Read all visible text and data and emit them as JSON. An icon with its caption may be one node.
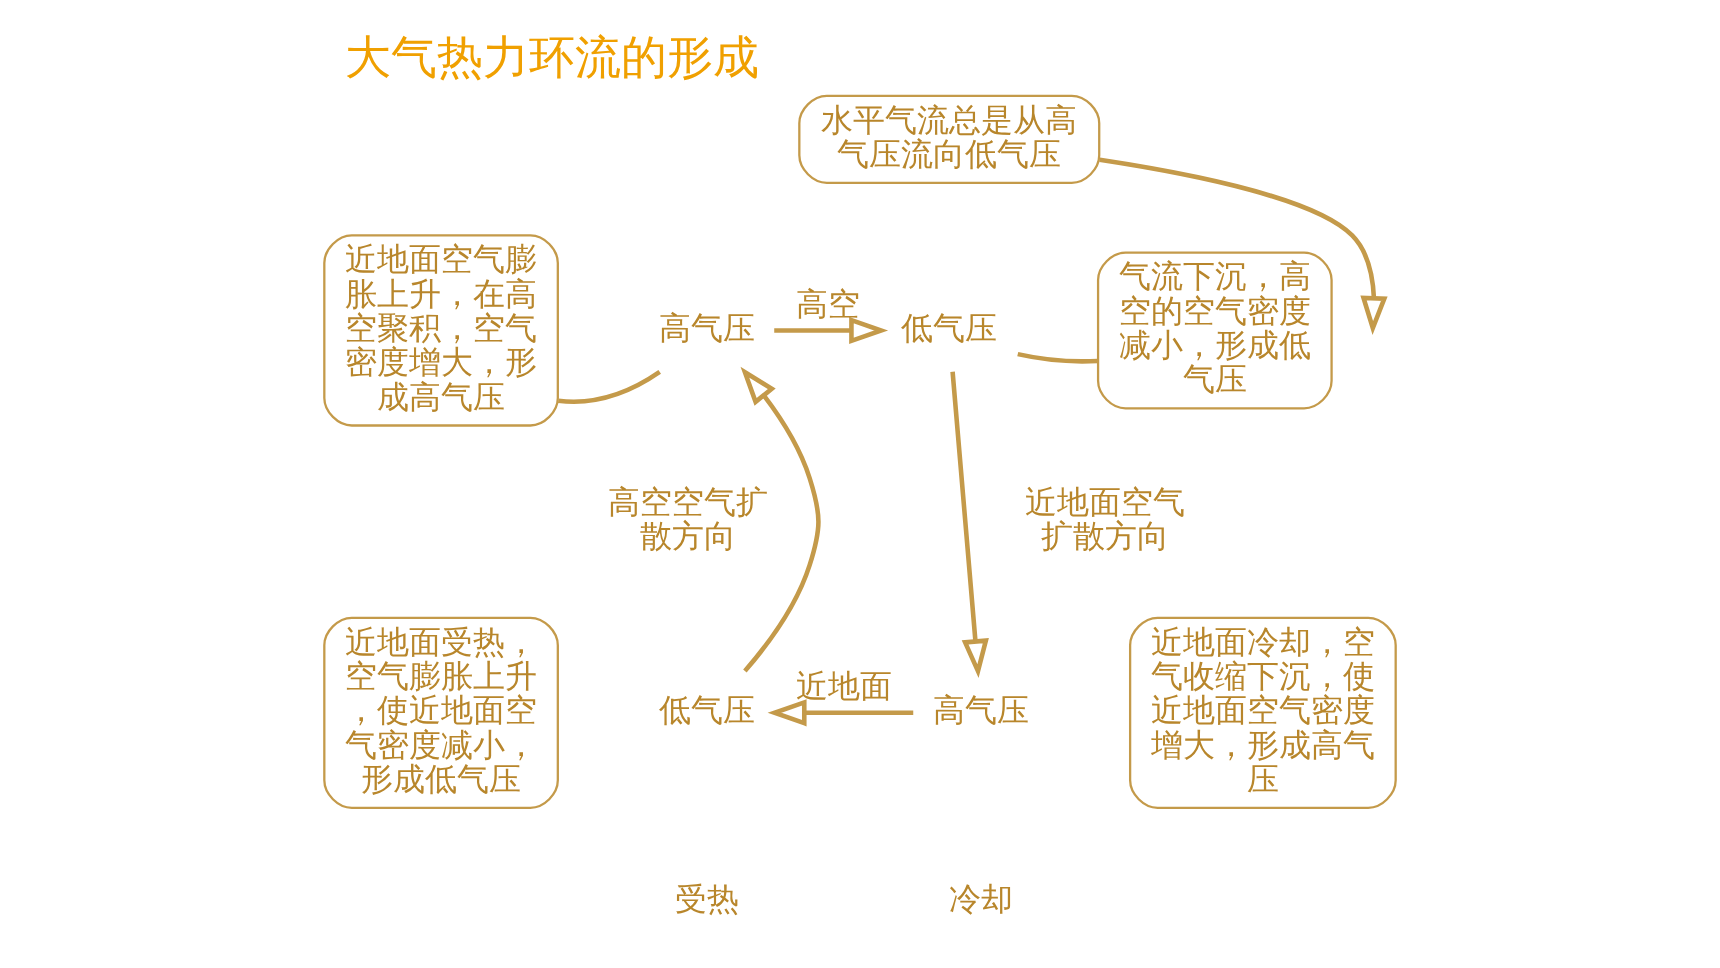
{
  "diagram": {
    "title": "大气热力环流的形成",
    "nodes": [
      {
        "text": [
          "近地面空气膨胀上升，在高空聚积，空气密度增大，形成高气压"
        ]
      },
      {
        "text": [
          "水平气流总是从高气压流向低气压"
        ]
      },
      {
        "text": [
          "气流下沉，高空的空气密度减小，形成低气压"
        ]
      },
      {
        "text": [
          "高气压"
        ]
      },
      {
        "text": [
          "低气压"
        ]
      },
      {
        "text": [
          "近地面受热，空气膨胀上升，使近地面空气密度减小，形成低气压"
        ]
      },
      {
        "text": [
          "近地面冷却，空气收缩下沉，使近地面空气密度增大，形成高气压"
        ]
      },
      {
        "text": [
          "低气压"
        ]
      },
      {
        "text": [
          "高气压"
        ]
      }
    ],
    "edges": [
      {
        "from": 0,
        "to": 3,
        "arrow": "none"
      },
      {
        "from": 2,
        "to": 4,
        "arrow": "none"
      },
      {
        "from": 1,
        "to": null,
        "arrow": "to"
      },
      {
        "from": 3,
        "to": 4,
        "arrow": "to",
        "label": "高空"
      },
      {
        "from": 4,
        "to": 8,
        "arrow": "to"
      },
      {
        "from": 8,
        "to": 7,
        "arrow": "to",
        "label": "近地面"
      },
      {
        "from": 7,
        "to": 3,
        "arrow": "to"
      }
    ],
    "labels": [
      "高空空气扩散方向",
      "近地面空气扩散方向",
      "受热",
      "冷却"
    ]
  }
}
